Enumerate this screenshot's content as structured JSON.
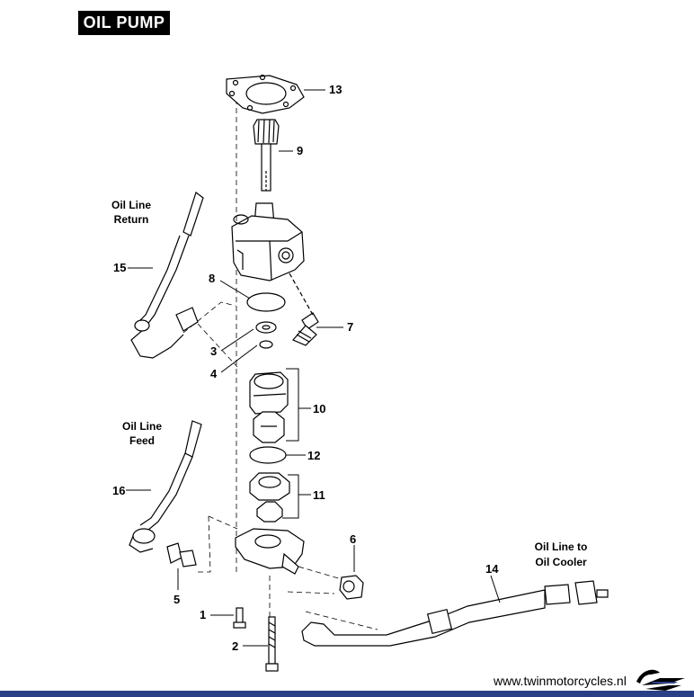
{
  "title": "OIL PUMP",
  "callouts": {
    "n1": "1",
    "n2": "2",
    "n3": "3",
    "n4": "4",
    "n5": "5",
    "n6": "6",
    "n7": "7",
    "n8": "8",
    "n9": "9",
    "n10": "10",
    "n11": "11",
    "n12": "12",
    "n13": "13",
    "n14": "14",
    "n15": "15",
    "n16": "16"
  },
  "labels": {
    "return_l1": "Oil Line",
    "return_l2": "Return",
    "feed_l1": "Oil Line",
    "feed_l2": "Feed",
    "cooler_l1": "Oil Line to",
    "cooler_l2": "Oil Cooler"
  },
  "footer": {
    "website": "www.twinmotorcycles.nl"
  },
  "colors": {
    "bar": "#2b3f86",
    "ink": "#000000"
  }
}
